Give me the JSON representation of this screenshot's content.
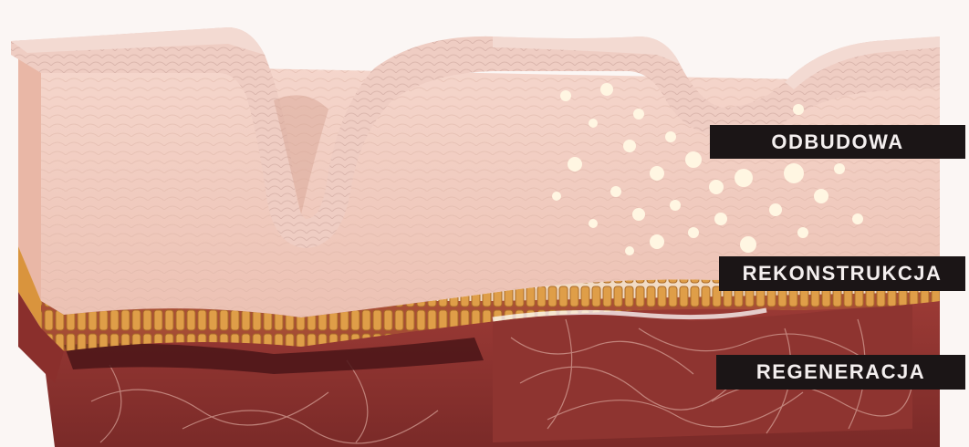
{
  "labels": {
    "odbudowa": "ODBUDOWA",
    "rekonstrukcja": "REKONSTRUKCJA",
    "regeneracja": "REGENERACJA"
  },
  "colors": {
    "label_background": "#1b1516",
    "label_text": "#f4efef",
    "epidermis": "#f2cfc4",
    "dermis": "#e8b8a8",
    "basal_layer": "#c98a3a",
    "deep_tissue": "#8a2f2c",
    "fibroblast_spots": "#fff4dc"
  }
}
